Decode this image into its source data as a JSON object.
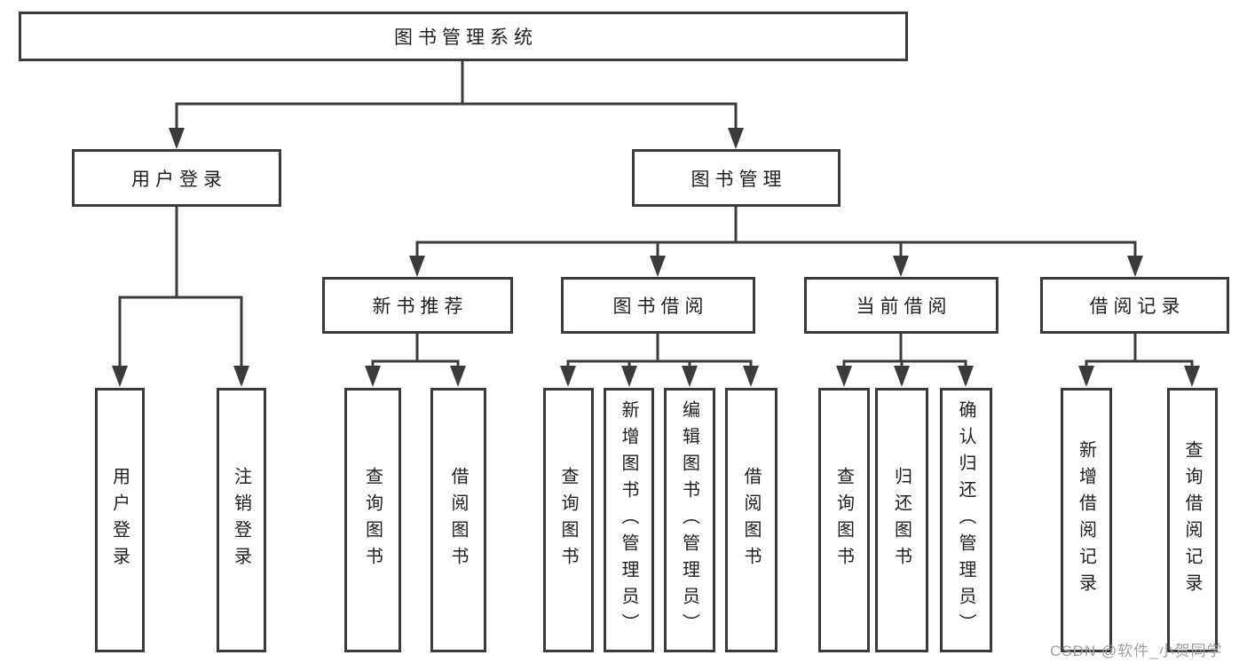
{
  "diagram": {
    "root": {
      "label": "图书管理系统"
    },
    "branches": [
      {
        "label": "用户登录",
        "leaves": [
          {
            "label": "用户登录"
          },
          {
            "label": "注销登录"
          }
        ]
      },
      {
        "label": "图书管理",
        "groups": [
          {
            "label": "新书推荐",
            "leaves": [
              {
                "label": "查询图书"
              },
              {
                "label": "借阅图书"
              }
            ]
          },
          {
            "label": "图书借阅",
            "leaves": [
              {
                "label": "查询图书"
              },
              {
                "label": "新增图书（管理员）"
              },
              {
                "label": "编辑图书（管理员）"
              },
              {
                "label": "借阅图书"
              }
            ]
          },
          {
            "label": "当前借阅",
            "leaves": [
              {
                "label": "查询图书"
              },
              {
                "label": "归还图书"
              },
              {
                "label": "确认归还（管理员）"
              }
            ]
          },
          {
            "label": "借阅记录",
            "leaves": [
              {
                "label": "新增借阅记录"
              },
              {
                "label": "查询借阅记录"
              }
            ]
          }
        ]
      }
    ]
  },
  "watermark": {
    "text": "CSDN @软件_小贺同学"
  },
  "colors": {
    "line": "#3b3b3b",
    "box_border": "#3b3b3b",
    "text": "#1f1f1f",
    "watermark": "#9e9e9e",
    "background": "#ffffff"
  }
}
